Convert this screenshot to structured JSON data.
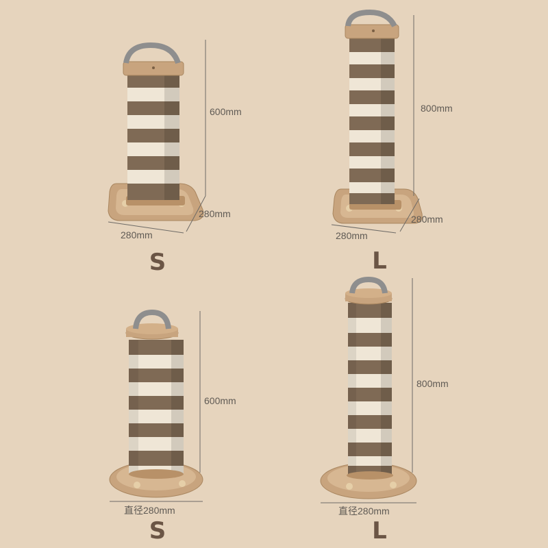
{
  "colors": {
    "background": "#e6d4bd",
    "wood": "#c8a47e",
    "wood_dark": "#a9865f",
    "stripe_dark": "#7f6a55",
    "stripe_light": "#efe6d6",
    "strap": "#8e8e8e",
    "dim_line": "#6d6a66"
  },
  "products": [
    {
      "shape": "square",
      "size_label": "S",
      "height_label": "600mm",
      "width_label": "280mm",
      "depth_label": "280mm"
    },
    {
      "shape": "square",
      "size_label": "L",
      "height_label": "800mm",
      "width_label": "280mm",
      "depth_label": "280mm"
    },
    {
      "shape": "round",
      "size_label": "S",
      "height_label": "600mm",
      "diameter_label": "直径280mm"
    },
    {
      "shape": "round",
      "size_label": "L",
      "height_label": "800mm",
      "diameter_label": "直径280mm"
    }
  ]
}
